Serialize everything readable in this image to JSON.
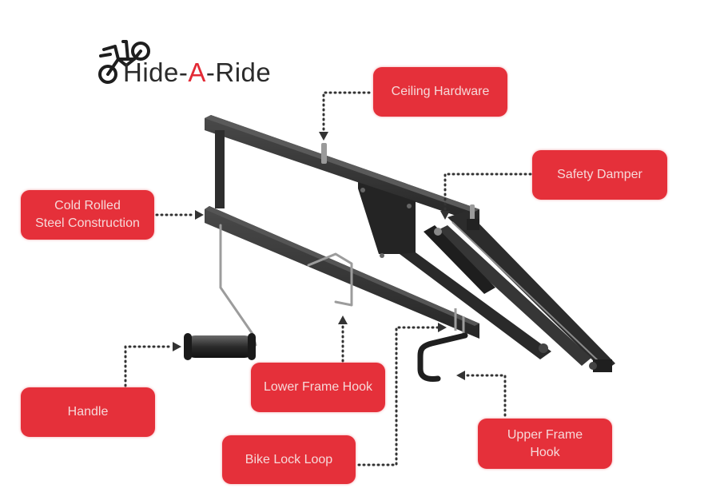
{
  "brand": {
    "name_prefix": "Hide-",
    "name_accent": "A",
    "name_suffix": "-Ride",
    "accent_color": "#e32a35",
    "icon": "bicycle-icon"
  },
  "label_color": "#e5303a",
  "labels": [
    {
      "id": "ceiling-hardware",
      "text": "Ceiling Hardware"
    },
    {
      "id": "safety-damper",
      "text": "Safety Damper"
    },
    {
      "id": "cold-rolled-steel",
      "line1": "Cold Rolled",
      "line2": "Steel Construction"
    },
    {
      "id": "handle",
      "text": "Handle"
    },
    {
      "id": "lower-frame-hook",
      "text": "Lower Frame Hook"
    },
    {
      "id": "bike-lock-loop",
      "text": "Bike Lock Loop"
    },
    {
      "id": "upper-frame-hook",
      "line1": "Upper Frame",
      "line2": "Hook"
    }
  ]
}
